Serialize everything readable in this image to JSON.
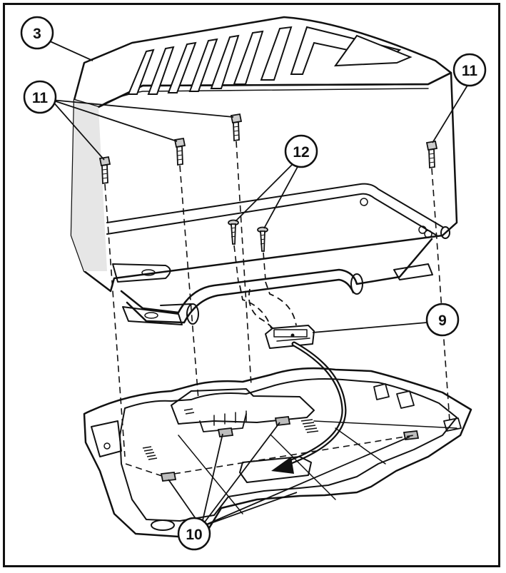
{
  "diagram": {
    "callouts": [
      {
        "id": "c3",
        "label": "3"
      },
      {
        "id": "c11a",
        "label": "11"
      },
      {
        "id": "c11b",
        "label": "11"
      },
      {
        "id": "c12",
        "label": "12"
      },
      {
        "id": "c9",
        "label": "9"
      },
      {
        "id": "c10",
        "label": "10"
      }
    ],
    "colors": {
      "ink": "#111111",
      "paper": "#ffffff",
      "shade": "#d9d9d9",
      "dark": "#555555"
    }
  }
}
